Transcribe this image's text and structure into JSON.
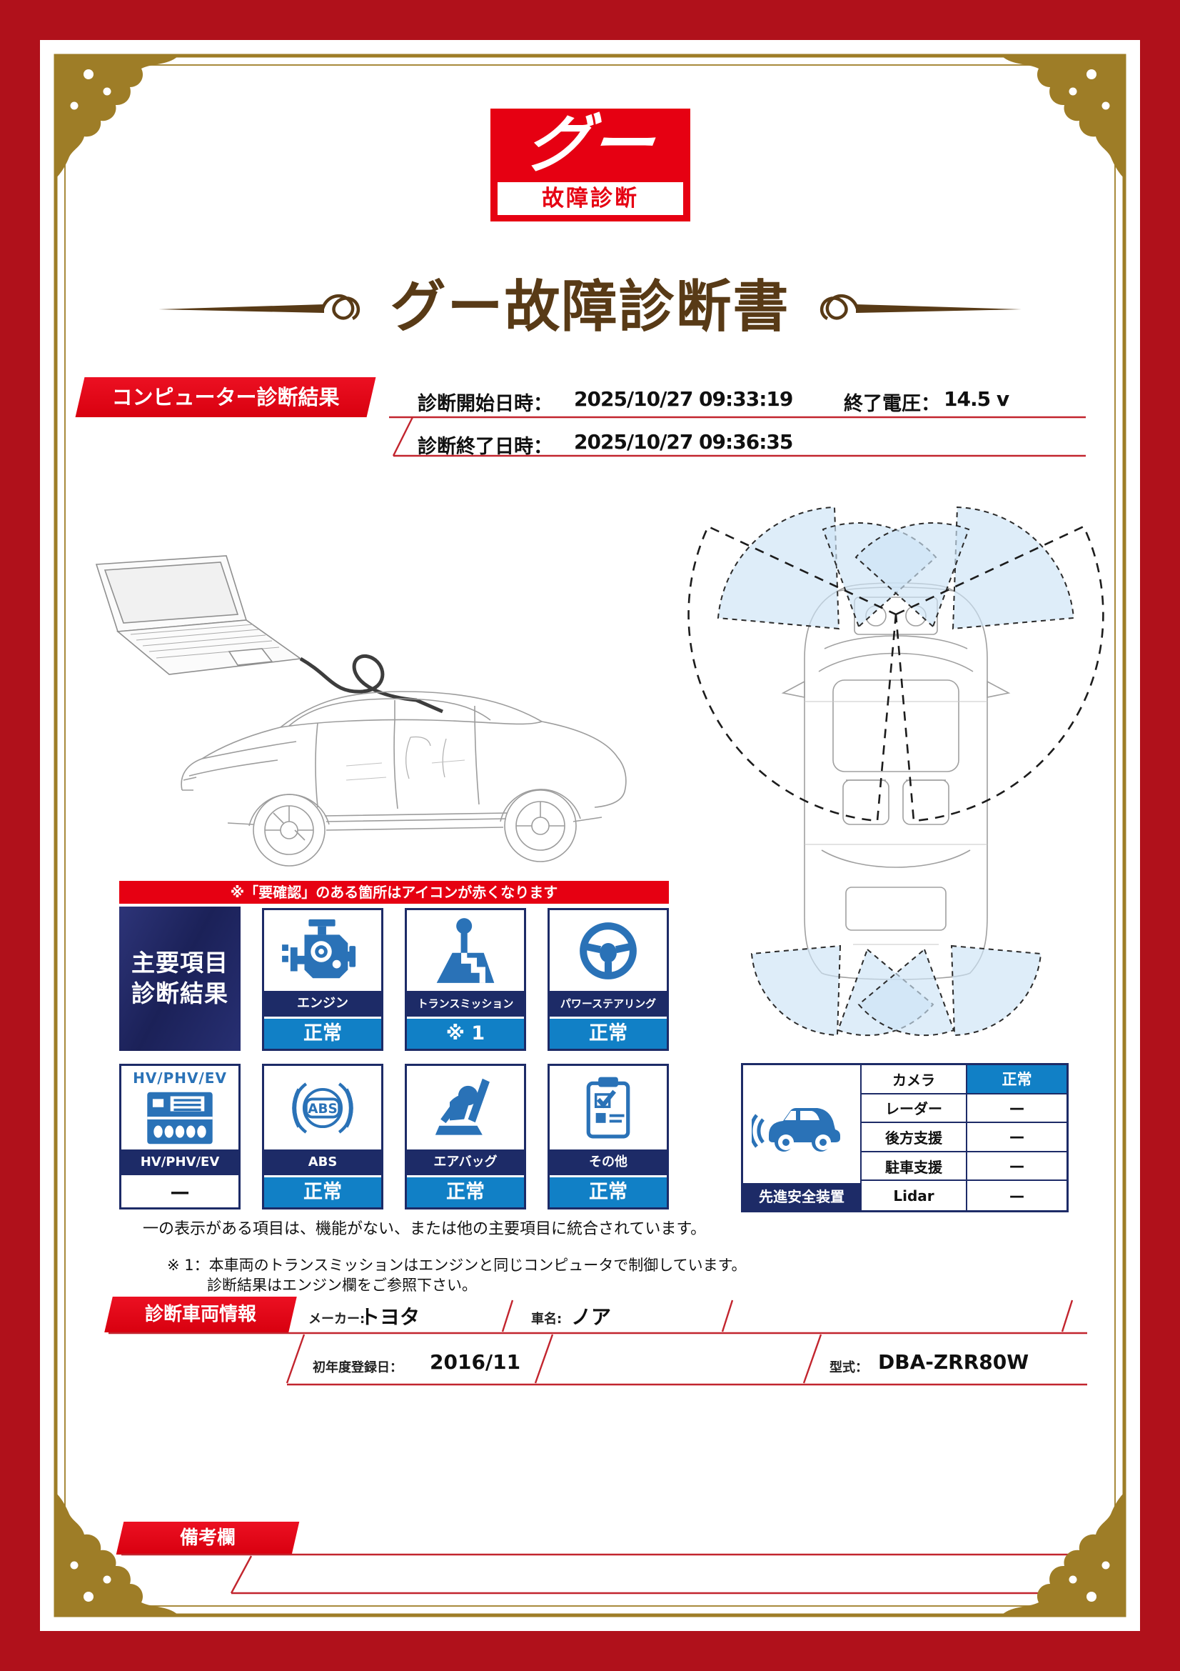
{
  "logo": {
    "main": "グー",
    "sub": "故障診断"
  },
  "title": "グー故障診断書",
  "computer_diag": {
    "banner": "コンピューター診断結果",
    "start_label": "診断開始日時：",
    "start_value": "2025/10/27 09:33:19",
    "voltage_label": "終了電圧：",
    "voltage_value": "14.5 v",
    "end_label": "診断終了日時：",
    "end_value": "2025/10/27 09:36:35"
  },
  "notice_banner": "※「要確認」のある箇所はアイコンが赤くなります",
  "main_grid": {
    "header_line1": "主要項目",
    "header_line2": "診断結果",
    "tiles": [
      {
        "icon": "engine-icon",
        "label": "エンジン",
        "status": "正常"
      },
      {
        "icon": "transmission-icon",
        "label": "トランスミッション",
        "status": "※ 1"
      },
      {
        "icon": "steering-icon",
        "label": "パワーステアリング",
        "status": "正常"
      },
      {
        "icon": "hv-icon",
        "icon_text": "HV/PHV/EV",
        "label": "HV/PHV/EV",
        "status": "—"
      },
      {
        "icon": "abs-icon",
        "label": "ABS",
        "status": "正常"
      },
      {
        "icon": "airbag-icon",
        "label": "エアバッグ",
        "status": "正常"
      },
      {
        "icon": "other-icon",
        "label": "その他",
        "status": "正常"
      }
    ]
  },
  "safety": {
    "label": "先進安全装置",
    "rows": [
      {
        "name": "カメラ",
        "status": "正常"
      },
      {
        "name": "レーダー",
        "status": "—"
      },
      {
        "name": "後方支援",
        "status": "—"
      },
      {
        "name": "駐車支援",
        "status": "—"
      },
      {
        "name": "Lidar",
        "status": "—"
      }
    ]
  },
  "footnote_dash": "一の表示がある項目は、機能がない、または他の主要項目に統合されています。",
  "footnote_ast1": "※ 1：本車両のトランスミッションはエンジンと同じコンピュータで制御しています。",
  "footnote_ast2": "診断結果はエンジン欄をご参照下さい。",
  "vehicle": {
    "banner": "診断車両情報",
    "maker_label": "メーカー:",
    "maker": "トヨタ",
    "name_label": "車名:",
    "name": "ノア",
    "reg_label": "初年度登録日：",
    "reg": "2016/11",
    "model_label": "型式：",
    "model": "DBA-ZRR80W"
  },
  "notes_banner": "備考欄",
  "colors": {
    "accent_red": "#e60012",
    "frame_red": "#b0111b",
    "gold": "#9e7d27",
    "navy": "#1d2b67",
    "status_blue": "#1180c6",
    "icon_blue": "#2a72b7",
    "title_brown": "#583a16"
  }
}
